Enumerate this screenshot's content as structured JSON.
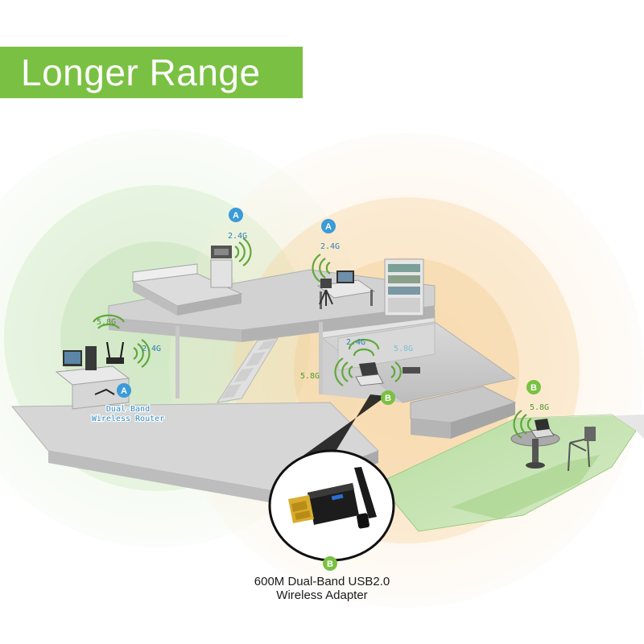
{
  "banner": {
    "title": "Longer Range",
    "background": "#7ac143",
    "text_color": "#ffffff"
  },
  "colors": {
    "range_green": "#cfe6c2",
    "range_orange": "#f7d7a8",
    "marker_blue": "#3a9bd8",
    "marker_green": "#7ac143"
  },
  "markers": {
    "bedroom": {
      "letter": "A",
      "band": "2.4G"
    },
    "office": {
      "letter": "A",
      "band": "2.4G"
    },
    "router": {
      "letter": "A",
      "band_a": "5.8G",
      "band_b": "2.4G",
      "label_line1": "Dual-Band",
      "label_line2": "Wireless Router"
    },
    "living": {
      "letter": "B",
      "band_a": "2.4G",
      "band_b": "5.8G",
      "band_c": "5.8G"
    },
    "garden": {
      "letter": "B",
      "band": "5.8G"
    },
    "adapter": {
      "letter": "B"
    }
  },
  "adapter": {
    "caption_line1": "600M Dual-Band USB2.0",
    "caption_line2": "Wireless Adapter"
  },
  "icons": [
    "wifi-signal-icon",
    "bed-icon",
    "desk-computer-icon",
    "router-icon",
    "laptop-icon",
    "usb-adapter-icon",
    "chair-icon"
  ]
}
